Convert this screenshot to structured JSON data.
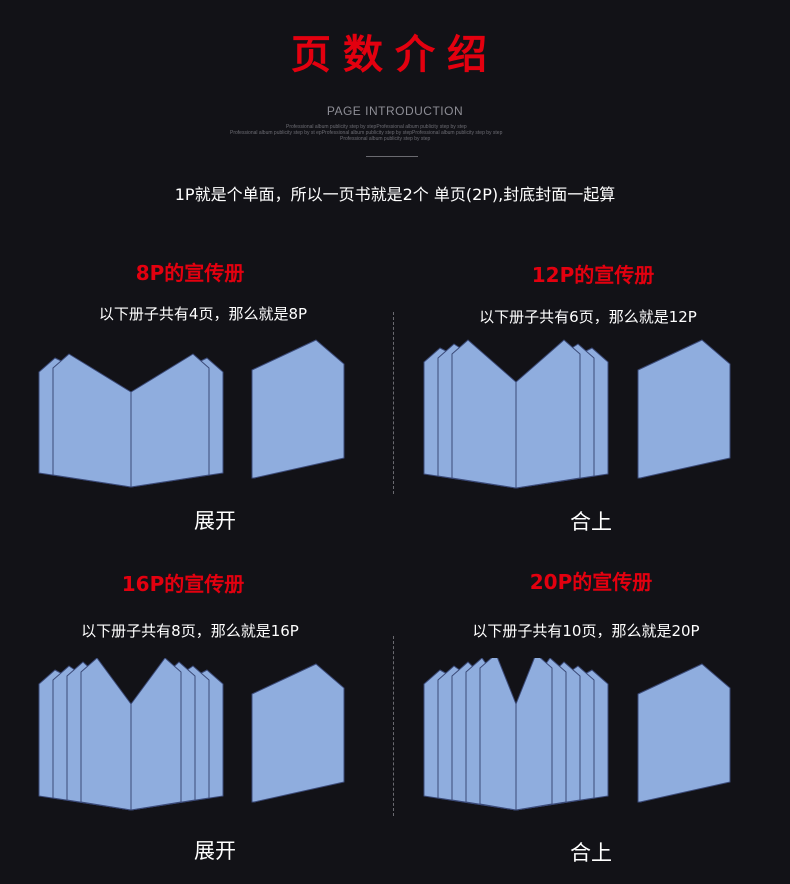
{
  "header": {
    "title": "页数介绍",
    "subtitle": "PAGE INTRODUCTION",
    "fine_print": [
      "Professional album publicity step by stepProfessional album publicity step by step",
      "Professional album publicity step by st    epProfessional album publicity step by stepProfessional album publicity step by step",
      "Professional album publicity step by step"
    ]
  },
  "intro": "1P就是个单面，所以一页书就是2个 单页(2P),封底封面一起算",
  "sections": [
    {
      "title": "8P的宣传册",
      "desc": "以下册子共有4页，那么就是8P",
      "pages": 4
    },
    {
      "title": "12P的宣传册",
      "desc": "以下册子共有6页，那么就是12P",
      "pages": 6
    },
    {
      "title": "16P的宣传册",
      "desc": "以下册子共有8页，那么就是16P",
      "pages": 8
    },
    {
      "title": "20P的宣传册",
      "desc": "以下册子共有10页，那么就是20P",
      "pages": 10
    }
  ],
  "captions": {
    "open": "展开",
    "closed": "合上"
  },
  "colors": {
    "title_red": "#e3000f",
    "page_fill": "#8fadde",
    "page_stroke": "#3b4a78",
    "background": "#121217"
  }
}
